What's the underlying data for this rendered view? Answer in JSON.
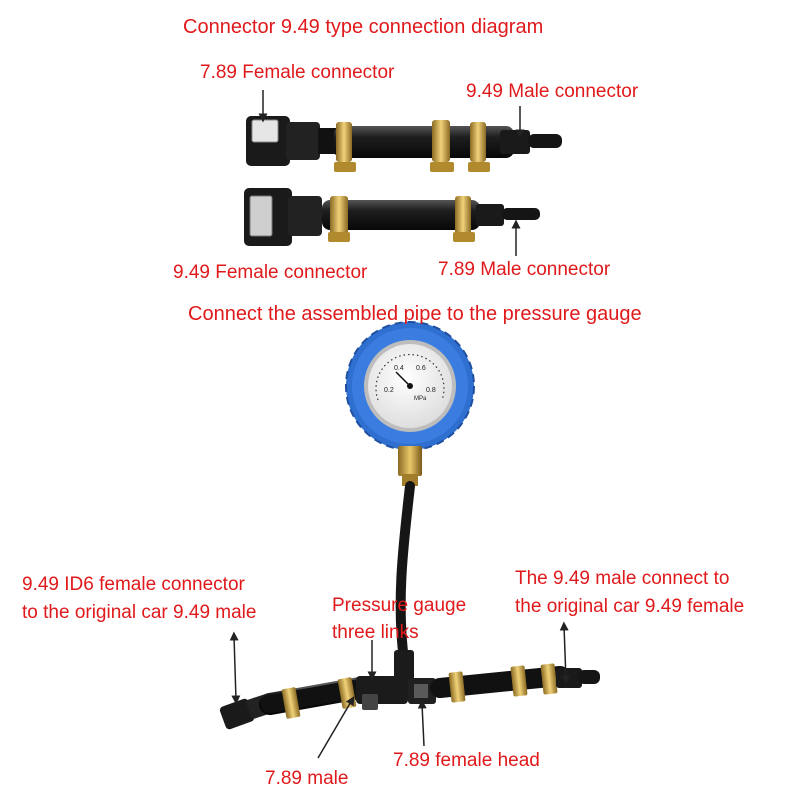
{
  "diagram": {
    "title": "Connector 9.49 type connection diagram",
    "section2_title": "Connect the assembled pipe to the pressure gauge",
    "assembly1": {
      "left_label": "7.89 Female connector",
      "right_label": "9.49 Male connector"
    },
    "assembly2": {
      "left_label": "9.49 Female connector",
      "right_label": "7.89 Male connector"
    },
    "gauge": {
      "dial_marks": [
        "0.2",
        "0.4",
        "0.6",
        "0.8"
      ],
      "unit": "MPa"
    },
    "tee_assembly": {
      "left_label_line1": "9.49 ID6 female connector",
      "left_label_line2": "to the original car 9.49 male",
      "center_label_line1": "Pressure gauge",
      "center_label_line2": "three links",
      "right_label_line1": "The 9.49 male connect to",
      "right_label_line2": "the original car 9.49 female",
      "bottom_left_label": "7.89 male",
      "bottom_right_label": "7.89 female head"
    }
  },
  "colors": {
    "label_red": "#e0191b",
    "gauge_blue": "#2f6fd0",
    "hose_black": "#1b1b1b",
    "clamp_gold": "#c9a03a"
  }
}
